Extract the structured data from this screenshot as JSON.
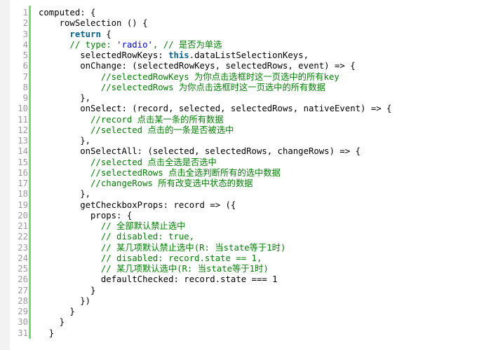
{
  "editor": {
    "lines": [
      [
        {
          "t": "computed: {",
          "c": "plain"
        }
      ],
      [
        {
          "t": "    rowSelection () {",
          "c": "plain"
        }
      ],
      [
        {
          "t": "      ",
          "c": "plain"
        },
        {
          "t": "return",
          "c": "kw"
        },
        {
          "t": " {",
          "c": "plain"
        }
      ],
      [
        {
          "t": "      // type: ",
          "c": "cm"
        },
        {
          "t": "'radio'",
          "c": "str"
        },
        {
          "t": ", // 是否为单选",
          "c": "cm"
        }
      ],
      [
        {
          "t": "        selectedRowKeys: ",
          "c": "plain"
        },
        {
          "t": "this",
          "c": "kw"
        },
        {
          "t": ".dataListSelectionKeys,",
          "c": "plain"
        }
      ],
      [
        {
          "t": "        onChange: (selectedRowKeys, selectedRows, event) => {",
          "c": "plain"
        }
      ],
      [
        {
          "t": "            //selectedRowKeys 为你点击选框时这一页选中的所有key",
          "c": "cm"
        }
      ],
      [
        {
          "t": "            //selectedRows 为你点击选框时这一页选中的所有数据",
          "c": "cm"
        }
      ],
      [
        {
          "t": "        },",
          "c": "plain"
        }
      ],
      [
        {
          "t": "        onSelect: (record, selected, selectedRows, nativeEvent) => {",
          "c": "plain"
        }
      ],
      [
        {
          "t": "          //record 点击某一条的所有数据",
          "c": "cm"
        }
      ],
      [
        {
          "t": "          //selected 点击的一条是否被选中",
          "c": "cm"
        }
      ],
      [
        {
          "t": "        },",
          "c": "plain"
        }
      ],
      [
        {
          "t": "        onSelectAll: (selected, selectedRows, changeRows) => {",
          "c": "plain"
        }
      ],
      [
        {
          "t": "          //selected 点击全选是否选中",
          "c": "cm"
        }
      ],
      [
        {
          "t": "          //selectedRows 点击全选判断所有的选中数据",
          "c": "cm"
        }
      ],
      [
        {
          "t": "          //changeRows 所有改变选中状态的数据",
          "c": "cm"
        }
      ],
      [
        {
          "t": "        },",
          "c": "plain"
        }
      ],
      [
        {
          "t": "        getCheckboxProps: record => ({",
          "c": "plain"
        }
      ],
      [
        {
          "t": "          props: {",
          "c": "plain"
        }
      ],
      [
        {
          "t": "            // 全部默认禁止选中",
          "c": "cm"
        }
      ],
      [
        {
          "t": "            // disabled: true,",
          "c": "cm"
        }
      ],
      [
        {
          "t": "            // 某几项默认禁止选中(R: 当state等于1时)",
          "c": "cm"
        }
      ],
      [
        {
          "t": "            // disabled: record.state == 1,",
          "c": "cm"
        }
      ],
      [
        {
          "t": "            // 某几项默认选中(R: 当state等于1时)",
          "c": "cm"
        }
      ],
      [
        {
          "t": "            defaultChecked: record.state === 1",
          "c": "plain"
        }
      ],
      [
        {
          "t": "          }",
          "c": "plain"
        }
      ],
      [
        {
          "t": "        })",
          "c": "plain"
        }
      ],
      [
        {
          "t": "      }",
          "c": "plain"
        }
      ],
      [
        {
          "t": "    }",
          "c": "plain"
        }
      ],
      [
        {
          "t": "  }",
          "c": "plain"
        }
      ]
    ],
    "colors": {
      "keyword": "#006699",
      "string": "#0000ff",
      "comment": "#008200",
      "gutter_border": "#6ce26c",
      "line_number": "#9a9a9a"
    }
  }
}
